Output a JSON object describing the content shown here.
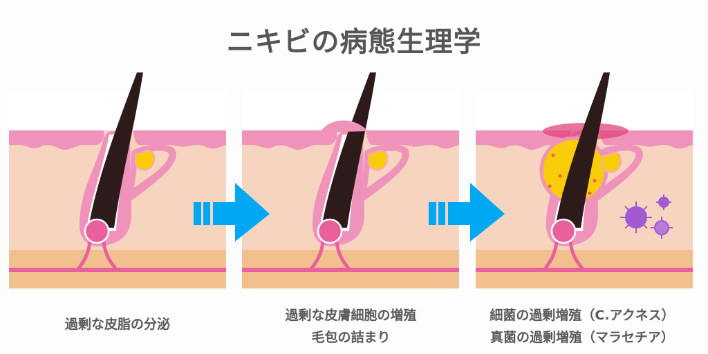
{
  "title": "ニキビの病態生理学",
  "stages": [
    {
      "lines": [
        "過剰な皮脂の分泌"
      ]
    },
    {
      "lines": [
        "過剰な皮膚細胞の増殖",
        "毛包の詰まり"
      ]
    },
    {
      "lines": [
        "細菌の過剰増殖（C.アクネス）",
        "真菌の過剰増殖（マラセチア）"
      ]
    }
  ],
  "colors": {
    "skin": "#f6d4bf",
    "epidermis": "#ef93bb",
    "fat": "#f2c08f",
    "vessel": "#e8609c",
    "hair": "#2d1b1c",
    "sebum": "#f9cc0a",
    "arrow": "#00a8f3",
    "bacteria": "#a35ad0"
  }
}
